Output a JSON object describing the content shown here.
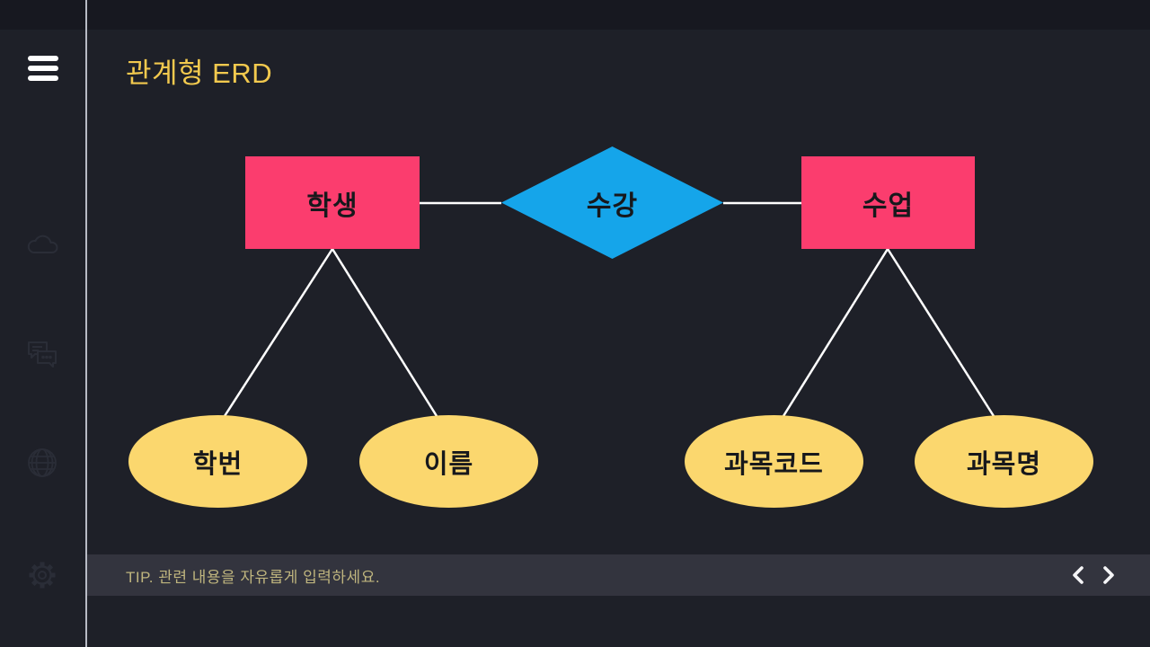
{
  "app": {
    "title": "관계형 ERD"
  },
  "sidebar": {
    "menu_icon": "hamburger-icon",
    "icons": [
      "cloud-icon",
      "chat-icon",
      "globe-icon",
      "gear-icon"
    ]
  },
  "diagram": {
    "type": "entity-relationship",
    "entities": [
      {
        "id": "student",
        "label": "학생",
        "shape": "rectangle",
        "color": "#fb3d6e"
      },
      {
        "id": "class",
        "label": "수업",
        "shape": "rectangle",
        "color": "#fb3d6e"
      }
    ],
    "relationship": {
      "label": "수강",
      "shape": "diamond",
      "color": "#15a5ea",
      "connects": [
        "학생",
        "수업"
      ]
    },
    "attributes": [
      {
        "label": "학번",
        "of": "학생",
        "shape": "ellipse",
        "color": "#fbd76e"
      },
      {
        "label": "이름",
        "of": "학생",
        "shape": "ellipse",
        "color": "#fbd76e"
      },
      {
        "label": "과목코드",
        "of": "수업",
        "shape": "ellipse",
        "color": "#fbd76e"
      },
      {
        "label": "과목명",
        "of": "수업",
        "shape": "ellipse",
        "color": "#fbd76e"
      }
    ]
  },
  "footer": {
    "tip": "TIP. 관련 내용을 자유롭게 입력하세요.",
    "nav": {
      "prev": "chevron-left-icon",
      "next": "chevron-right-icon"
    }
  },
  "theme": {
    "background": "#1e2028",
    "top_band": "#171820",
    "divider": "#b8bbc5",
    "title_color": "#f2c94e",
    "tip_bar_bg": "#33343e",
    "tip_text_color": "#bfb57e",
    "connector_color": "#ffffff",
    "shape_label_color": "#17181c"
  }
}
